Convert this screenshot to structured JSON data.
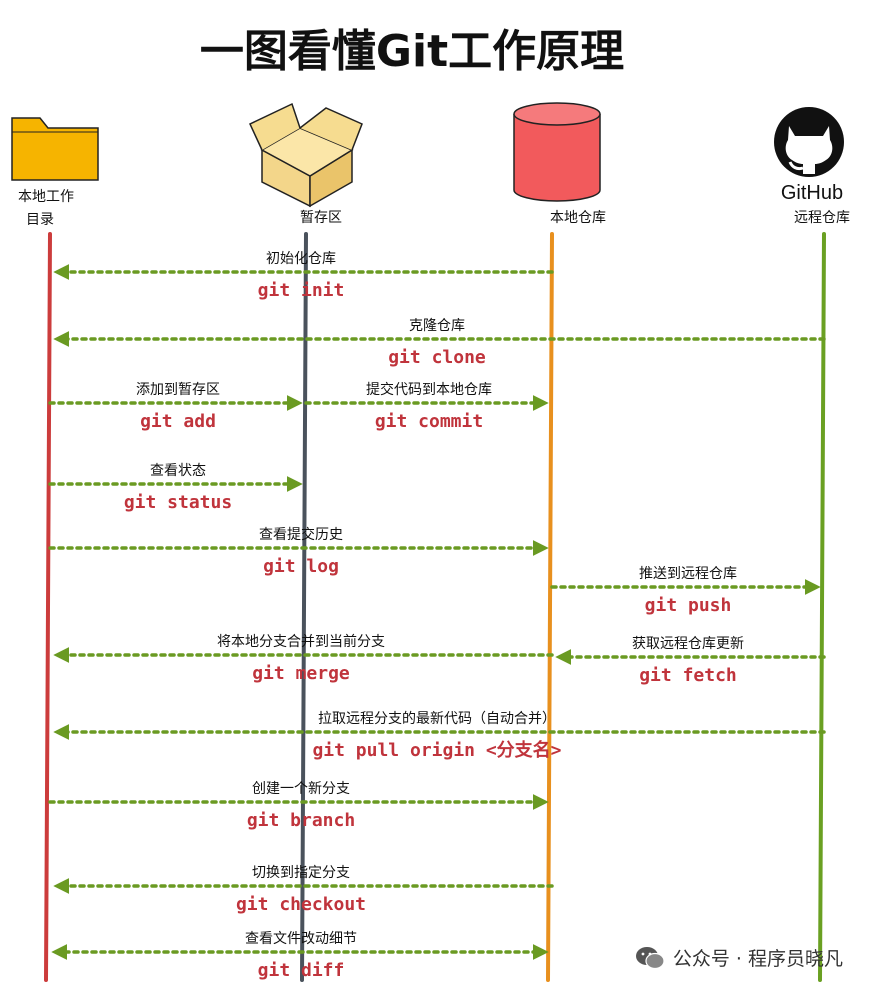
{
  "title": "一图看懂Git工作原理",
  "brand": "GitHub",
  "lanes": [
    {
      "id": "workdir",
      "label_lines": [
        "本地工作",
        "目录"
      ],
      "icon": "folder-icon",
      "color": "#cc3c3c"
    },
    {
      "id": "stage",
      "label_lines": [
        "暂存区"
      ],
      "icon": "box-icon",
      "color": "#4a525c"
    },
    {
      "id": "local",
      "label_lines": [
        "本地仓库"
      ],
      "icon": "database-icon",
      "color": "#e8901e"
    },
    {
      "id": "remote",
      "label_lines": [
        "远程仓库"
      ],
      "icon": "github-icon",
      "color": "#6aa022"
    }
  ],
  "operations": [
    {
      "label": "初始化仓库",
      "command": "git init",
      "from": "local",
      "to": "workdir"
    },
    {
      "label": "克隆仓库",
      "command": "git clone",
      "from": "remote",
      "to": "workdir"
    },
    {
      "label": "添加到暂存区",
      "command": "git add",
      "from": "workdir",
      "to": "stage"
    },
    {
      "label": "提交代码到本地仓库",
      "command": "git commit",
      "from": "stage",
      "to": "local"
    },
    {
      "label": "查看状态",
      "command": "git status",
      "from": "workdir",
      "to": "stage"
    },
    {
      "label": "查看提交历史",
      "command": "git log",
      "from": "workdir",
      "to": "local"
    },
    {
      "label": "推送到远程仓库",
      "command": "git push",
      "from": "local",
      "to": "remote"
    },
    {
      "label": "将本地分支合并到当前分支",
      "command": "git merge",
      "from": "local",
      "to": "workdir"
    },
    {
      "label": "获取远程仓库更新",
      "command": "git fetch",
      "from": "remote",
      "to": "local"
    },
    {
      "label": "拉取远程分支的最新代码（自动合并）",
      "command": "git pull origin <分支名>",
      "from": "remote",
      "to": "workdir"
    },
    {
      "label": "创建一个新分支",
      "command": "git branch",
      "from": "workdir",
      "to": "local"
    },
    {
      "label": "切换到指定分支",
      "command": "git checkout",
      "from": "local",
      "to": "workdir"
    },
    {
      "label": "查看文件改动细节",
      "command": "git diff",
      "from": "workdir",
      "to": "local",
      "bidirectional": true
    }
  ],
  "colors": {
    "arrow": "#6a9a22",
    "command": "#c0343c",
    "folder": "#f6b400",
    "database": "#f25a5c",
    "box": "#f3d68a"
  },
  "watermark": "公众号 · 程序员晓凡"
}
